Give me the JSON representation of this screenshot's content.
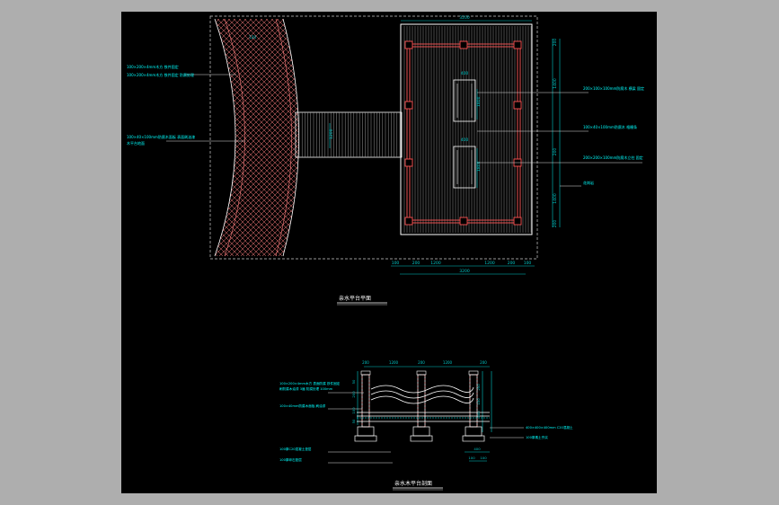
{
  "colors": {
    "background": "#000000",
    "frame": "#aeaeae",
    "line": "#ffffff",
    "dim": "#00c8c8",
    "note": "#00ffff",
    "post": "#ff5555",
    "pink": "#ff7f7f",
    "title_ul": "#ffffff"
  },
  "plan": {
    "title": "亲水平台平面",
    "dims_top": [
      "3200"
    ],
    "dims_bottom": [
      "100",
      "200",
      "1200",
      "1200",
      "200",
      "100",
      "3200"
    ],
    "dims_left": [
      "120"
    ],
    "dims_center": [
      "400",
      "400",
      "1800",
      "1800"
    ],
    "dims_walk": [
      "1200"
    ],
    "dims_right": [
      "200",
      "1400",
      "200",
      "1400",
      "200"
    ],
    "labels_left": [
      "100×200×4mm木方 铁件固定",
      "100×200×4mm木方 铁件固定 防腐处理",
      "100×40×100mm防腐木面板 表面刷油漆",
      "木平台地面"
    ],
    "labels_right": [
      "200×100×100mm防腐木 横梁 固定",
      "100×40×100mm防腐木 格栅条",
      "200×200×100mm防腐木立柱 固定",
      "花岗岩"
    ]
  },
  "section": {
    "title": "亲水木平台剖面",
    "dims_top": [
      "200",
      "1200",
      "200",
      "1200",
      "200"
    ],
    "dims_bottom": [
      "400",
      "100",
      "100"
    ],
    "dims_left": [
      "50",
      "200",
      "100",
      "50"
    ],
    "dims_right": [
      "250",
      "100",
      "300"
    ],
    "labels_left": [
      "100×200×4mm木方 表面防腐 铁件固定",
      "刷防腐木油漆 3遍 防腐处理 100mm",
      "100×40mm防腐木面板 刷油漆"
    ],
    "labels_bottom": [
      "100厚C20混凝土垫层",
      "100厚碎石垫层"
    ],
    "labels_right": [
      "400×400×400mm C20混凝土",
      "100厚素土夯实"
    ]
  }
}
